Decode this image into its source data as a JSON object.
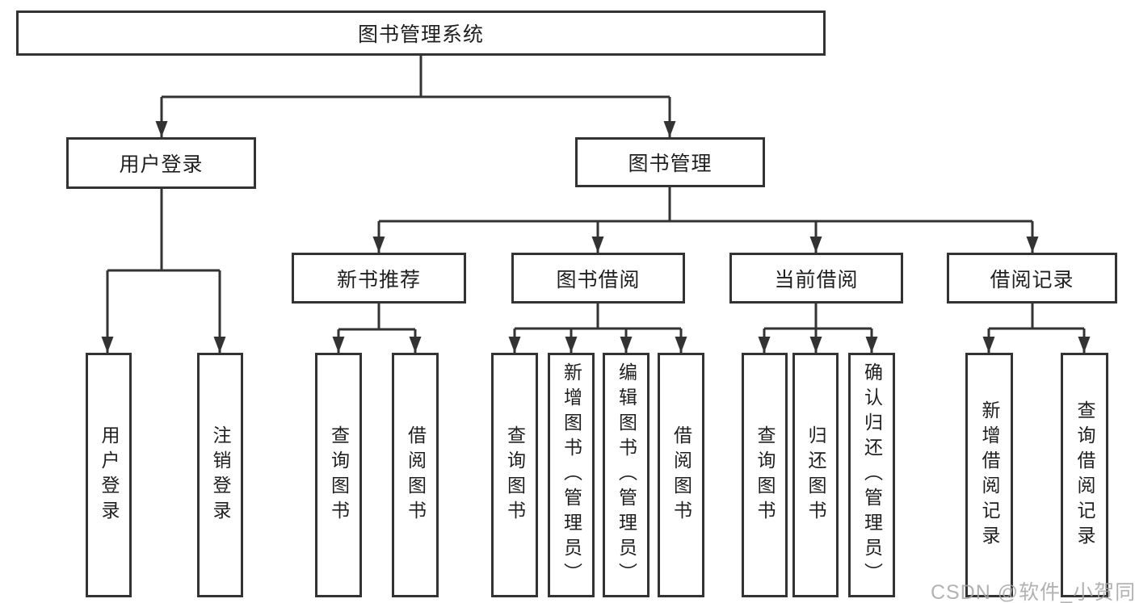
{
  "diagram": {
    "type": "hierarchy-tree",
    "root": {
      "label": "图书管理系统",
      "children": [
        {
          "label": "用户登录",
          "children": [
            {
              "label": "用户登录"
            },
            {
              "label": "注销登录"
            }
          ]
        },
        {
          "label": "图书管理",
          "children": [
            {
              "label": "新书推荐",
              "children": [
                {
                  "label": "查询图书"
                },
                {
                  "label": "借阅图书"
                }
              ]
            },
            {
              "label": "图书借阅",
              "children": [
                {
                  "label": "查询图书"
                },
                {
                  "label": "新增图书（管理员）"
                },
                {
                  "label": "编辑图书（管理员）"
                },
                {
                  "label": "借阅图书"
                }
              ]
            },
            {
              "label": "当前借阅",
              "children": [
                {
                  "label": "查询图书"
                },
                {
                  "label": "归还图书"
                },
                {
                  "label": "确认归还（管理员）"
                }
              ]
            },
            {
              "label": "借阅记录",
              "children": [
                {
                  "label": "新增借阅记录"
                },
                {
                  "label": "查询借阅记录"
                }
              ]
            }
          ]
        }
      ]
    }
  },
  "watermark": {
    "text": "CSDN @软件_小贺同学"
  },
  "colors": {
    "line": "#333333",
    "box_border": "#333333",
    "box_fill": "#ffffff",
    "text": "#1f1f1f",
    "watermark": "#a5a5a5",
    "background": "#ffffff"
  }
}
